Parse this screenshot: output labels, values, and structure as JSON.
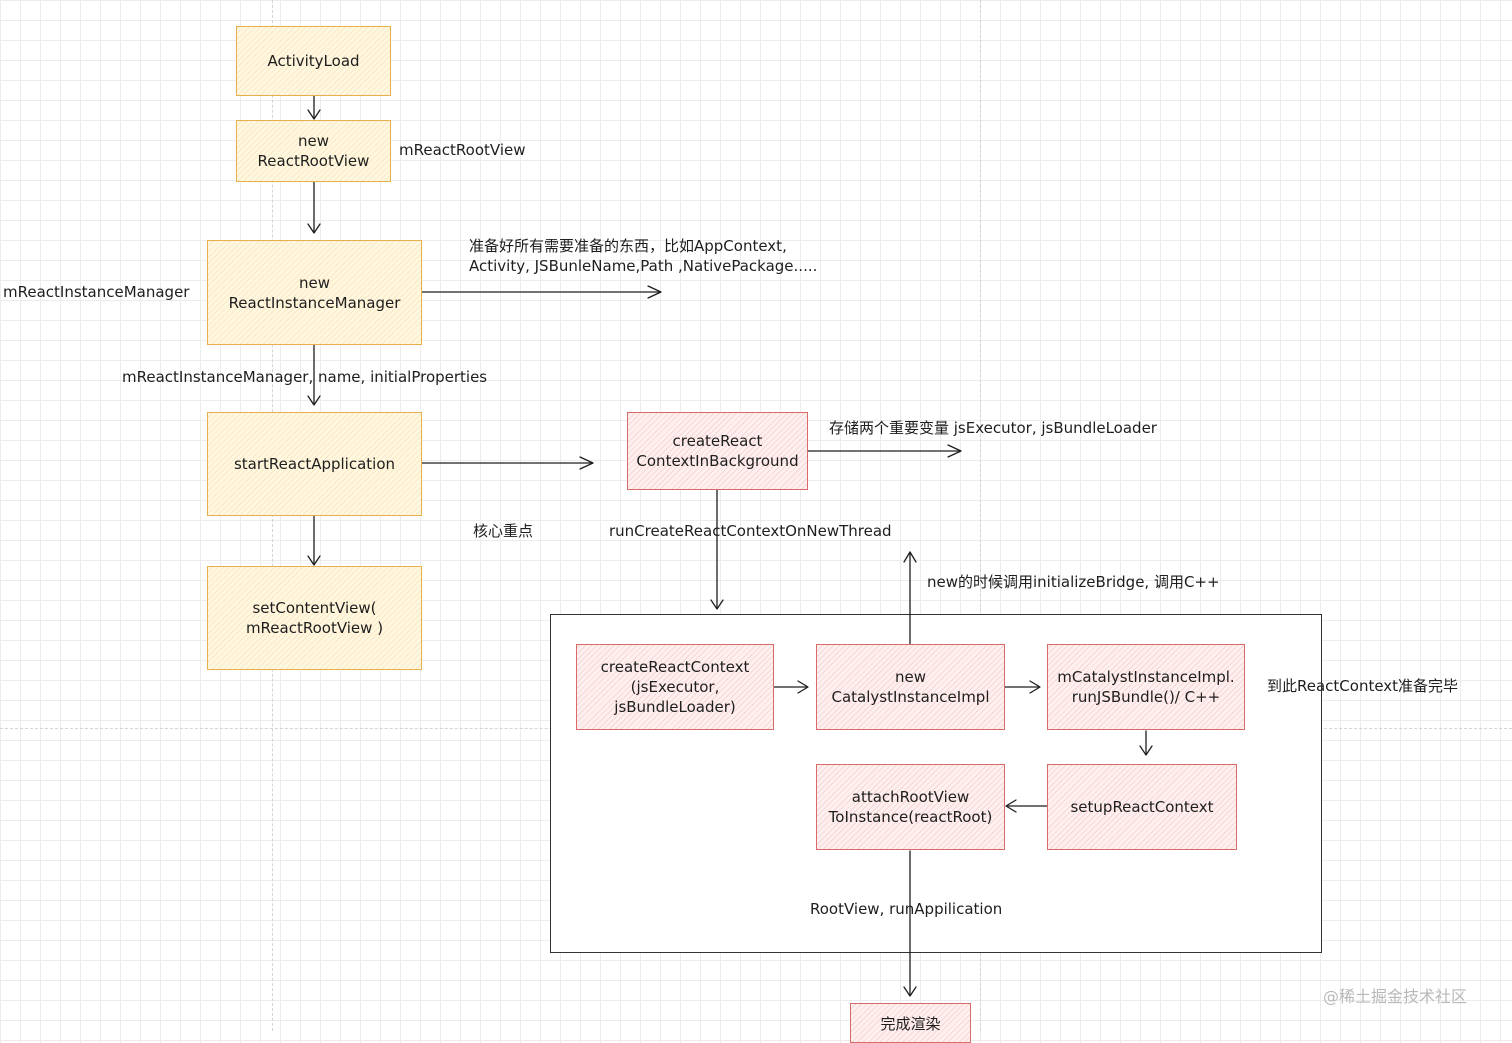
{
  "boxes": {
    "activity_load": "ActivityLoad",
    "new_root_view": "new\nReactRootView",
    "new_instance_manager": "new\nReactInstanceManager",
    "start_react_application": "startReactApplication",
    "set_content_view": "setContentView(\nmReactRootView )",
    "create_react_context_bg": "createReact\nContextInBackground",
    "create_react_context": "createReactContext\n(jsExecutor,\njsBundleLoader)",
    "new_catalyst_instance": "new\nCatalystInstanceImpl",
    "run_js_bundle": "mCatalystInstanceImpl.\nrunJSBundle()/ C++",
    "setup_react_context": "setupReactContext",
    "attach_root_view": "attachRootView\nToInstance(reactRoot)",
    "render_done": "完成渲染"
  },
  "labels": {
    "m_react_root_view": "mReactRootView",
    "m_react_instance_manager": "mReactInstanceManager",
    "prepare_everything": "准备好所有需要准备的东西，比如AppContext,\n Activity, JSBunleName,Path ,NativePackage.....",
    "manager_name_props": "mReactInstanceManager, name, initialProperties",
    "store_two_vars": "存储两个重要变量 jsExecutor, jsBundleLoader",
    "core_focus": "核心重点",
    "run_on_new_thread": "runCreateReactContextOnNewThread",
    "init_bridge": "new的时候调用initializeBridge, 调用C++",
    "context_ready": "到此ReactContext准备完毕",
    "root_view_run_app": "RootView, runAppilication"
  },
  "watermark": "@稀土掘金技术社区",
  "colors": {
    "yellow_border": "#e8b04c",
    "yellow_fill": "#fff7e0",
    "red_border": "#d96a6a",
    "red_fill": "#fff0f0",
    "stroke": "#1e1e1e"
  }
}
